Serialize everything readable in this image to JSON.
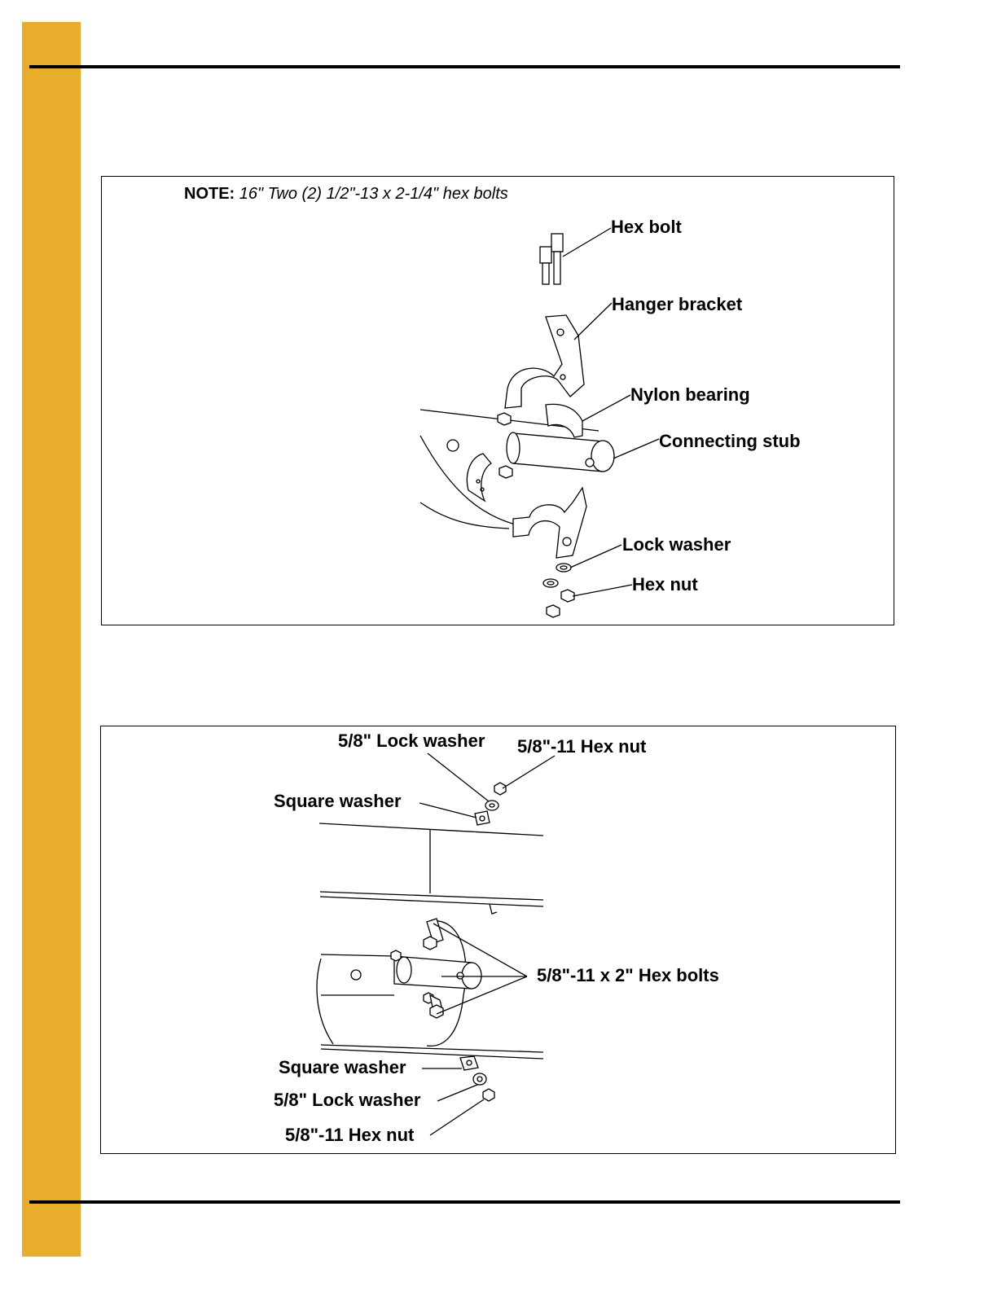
{
  "accent_color": "#E8AD2B",
  "figure1": {
    "note_label": "NOTE:",
    "note_text": " 16\" Two (2) 1/2\"-13 x 2-1/4\" hex bolts",
    "labels": {
      "hex_bolt": "Hex bolt",
      "hanger_bracket": "Hanger bracket",
      "nylon_bearing": "Nylon bearing",
      "connecting_stub": "Connecting stub",
      "lock_washer": "Lock washer",
      "hex_nut": "Hex nut"
    }
  },
  "figure2": {
    "labels": {
      "lock_washer_top": "5/8\" Lock washer",
      "hex_nut_top": "5/8\"-11 Hex nut",
      "square_washer_top": "Square washer",
      "hex_bolts": "5/8\"-11 x 2\" Hex bolts",
      "square_washer_bottom": "Square washer",
      "lock_washer_bottom": "5/8\" Lock washer",
      "hex_nut_bottom": "5/8\"-11 Hex nut"
    }
  }
}
